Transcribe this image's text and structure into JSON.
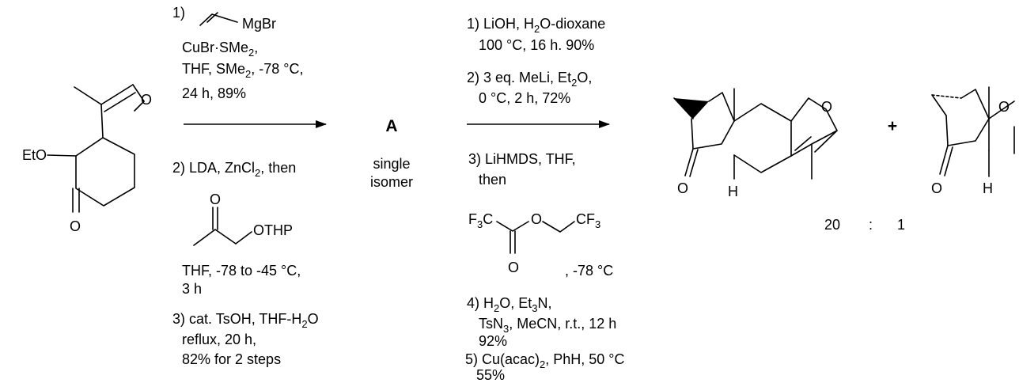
{
  "start_material": {
    "substituent_label": "EtO",
    "carbonyl_labels": [
      "O",
      "O"
    ]
  },
  "step1": {
    "conditions_above": [
      "1)",
      "MgBr",
      "CuBr·SMe2,",
      "THF, SMe2, -78 °C,",
      "24 h, 89%"
    ],
    "conditions_below": [
      "2) LDA, ZnCl2, then",
      "O",
      "OTHP",
      "THF, -78 to -45 °C,",
      "3 h",
      "3) cat. TsOH, THF-H2O",
      "reflux, 20 h,",
      "82% for 2 steps"
    ]
  },
  "intermediate": {
    "label": "A",
    "note": [
      "single",
      "isomer"
    ]
  },
  "step2": {
    "conditions_above": [
      "1) LiOH, H2O-dioxane",
      "100 °C, 16 h. 90%",
      "2) 3 eq. MeLi, Et2O,",
      "0 °C, 2 h, 72%"
    ],
    "conditions_below": [
      "3) LiHMDS, THF,",
      "then",
      "F3C",
      "O",
      "CF3",
      "O",
      ", -78 °C",
      "4) H2O, Et3N,",
      "TsN3, MeCN, r.t., 12 h",
      "92%",
      "5) Cu(acac)2, PhH, 50 °C",
      "55%"
    ]
  },
  "products": {
    "major_labels": [
      "O",
      "O",
      "H"
    ],
    "minor_labels": [
      "O",
      "O",
      "H"
    ],
    "plus": "+",
    "ratio": [
      "20",
      ":",
      "1"
    ]
  }
}
